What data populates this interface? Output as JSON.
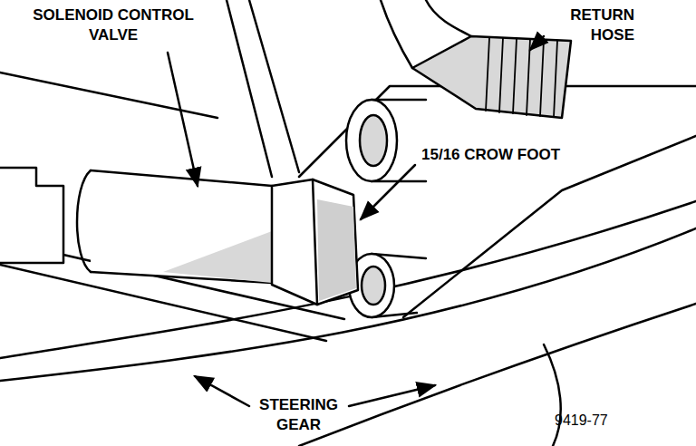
{
  "diagram": {
    "labels": [
      "SOLENOID CONTROL VALVE",
      "RETURN HOSE",
      "15/16 CROW FOOT",
      "STEERING GEAR",
      "9419-77"
    ]
  }
}
